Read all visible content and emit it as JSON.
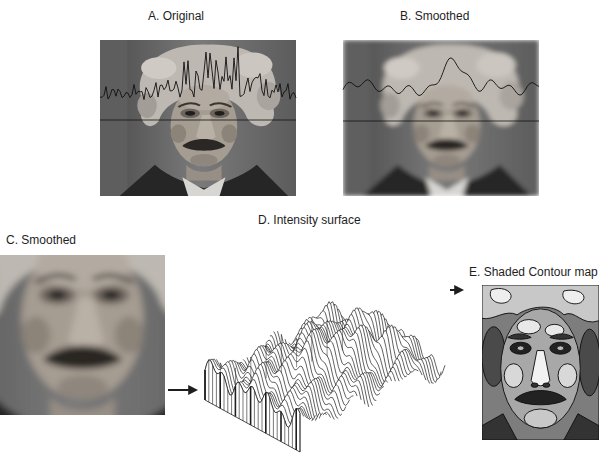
{
  "diagram": {
    "nodes": [
      {
        "text": [
          "A. Original"
        ]
      },
      {
        "text": [
          "B. Smoothed"
        ]
      },
      {
        "text": [
          "C. Smoothed"
        ]
      },
      {
        "text": [
          "D. Intensity surface"
        ]
      },
      {
        "text": [
          "E. Shaded Contour map"
        ]
      }
    ],
    "edges": [
      {
        "from": 2,
        "to": 3,
        "arrow": "to"
      },
      {
        "from": 3,
        "to": 4,
        "arrow": "to"
      }
    ]
  }
}
